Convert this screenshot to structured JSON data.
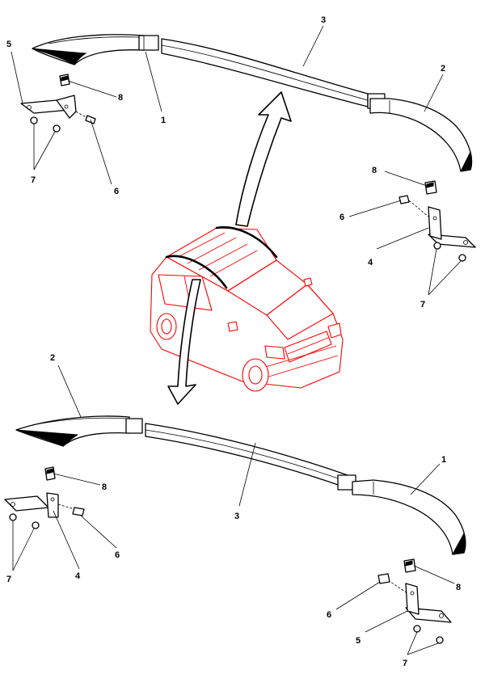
{
  "callouts": {
    "top": {
      "c1": "1",
      "c2": "2",
      "c3": "3",
      "c4": "4",
      "c5": "5",
      "c6a": "6",
      "c6b": "6",
      "c7a": "7",
      "c7b": "7",
      "c8a": "8",
      "c8b": "8"
    },
    "bottom": {
      "c1": "1",
      "c2": "2",
      "c3": "3",
      "c4": "4",
      "c5": "5",
      "c6a": "6",
      "c6b": "6",
      "c7a": "7",
      "c7b": "7",
      "c8a": "8",
      "c8b": "8"
    }
  },
  "colors": {
    "vehicle_outline": "#ff0000",
    "part_outline": "#000000",
    "background": "#ffffff"
  }
}
